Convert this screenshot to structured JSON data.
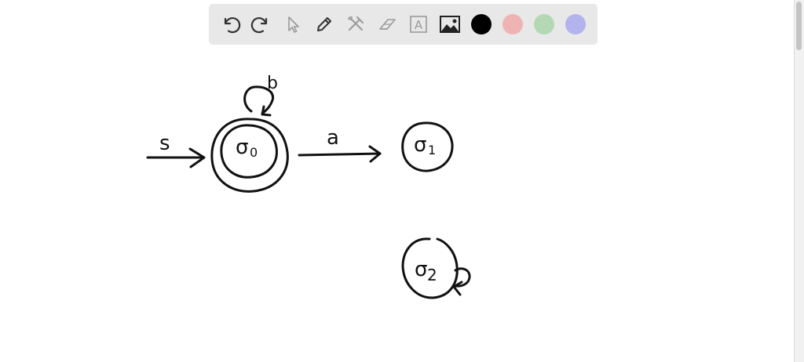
{
  "toolbar": {
    "tools": [
      {
        "name": "undo",
        "icon": "undo-icon"
      },
      {
        "name": "redo",
        "icon": "redo-icon"
      },
      {
        "name": "select",
        "icon": "cursor-icon"
      },
      {
        "name": "pen",
        "icon": "pen-icon"
      },
      {
        "name": "tools",
        "icon": "hammer-wrench-icon"
      },
      {
        "name": "eraser",
        "icon": "eraser-icon"
      },
      {
        "name": "text",
        "icon": "text-icon"
      },
      {
        "name": "image",
        "icon": "image-icon"
      }
    ],
    "text_tool_glyph": "A",
    "colors": [
      "#000000",
      "#f0b3b3",
      "#b3d8b3",
      "#b3b3ee"
    ]
  },
  "diagram": {
    "start_label": "s",
    "loop_label_q0": "b",
    "edge_label_q0_q1": "a",
    "states": [
      {
        "id": "q0",
        "symbol": "σ",
        "subscript": "0",
        "accepting": true
      },
      {
        "id": "q1",
        "symbol": "σ",
        "subscript": "1",
        "accepting": false
      },
      {
        "id": "q2",
        "symbol": "σ",
        "subscript": "2",
        "accepting": false
      }
    ]
  }
}
